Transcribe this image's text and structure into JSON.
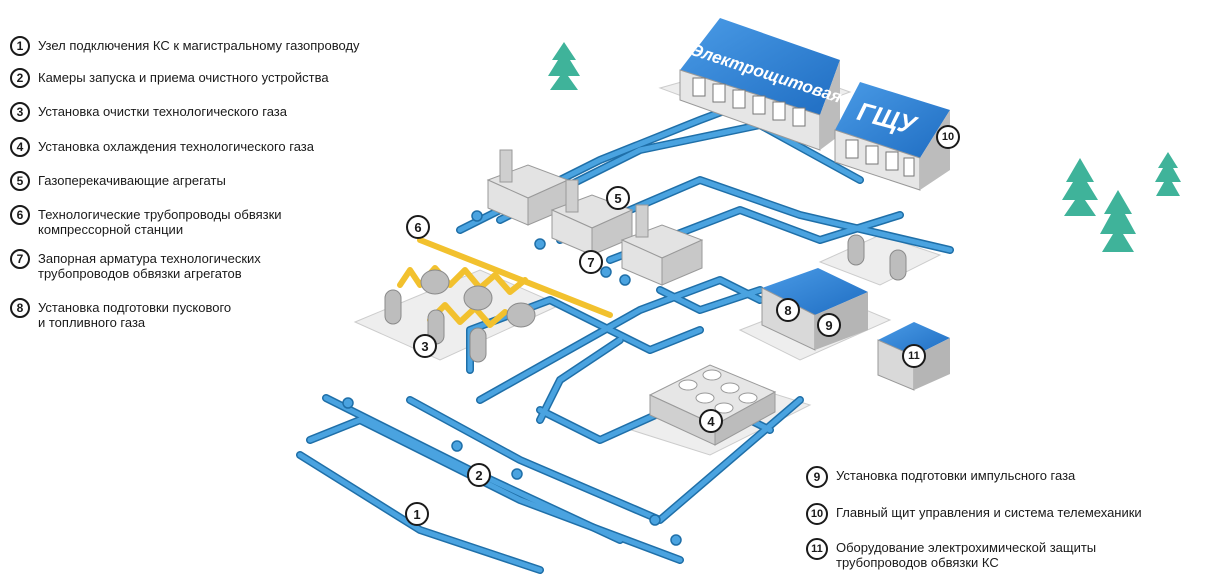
{
  "legend_left": [
    {
      "num": "1",
      "text": "Узел подключения КС к магистральному газопроводу"
    },
    {
      "num": "2",
      "text": "Камеры запуска и приема очистного устройства"
    },
    {
      "num": "3",
      "text": "Установка очистки технологического газа"
    },
    {
      "num": "4",
      "text": "Установка охлаждения технологического газа"
    },
    {
      "num": "5",
      "text": "Газоперекачивающие агрегаты"
    },
    {
      "num": "6",
      "text": "Технологические трубопроводы обвязки\nкомпрессорной станции"
    },
    {
      "num": "7",
      "text": "Запорная арматура технологических\nтрубопроводов обвязки агрегатов"
    },
    {
      "num": "8",
      "text": "Установка подготовки пускового\nи топливного газа"
    }
  ],
  "legend_right": [
    {
      "num": "9",
      "text": "Установка подготовки импульсного газа"
    },
    {
      "num": "10",
      "text": "Главный щит управления и система телемеханики"
    },
    {
      "num": "11",
      "text": "Оборудование электрохимической защиты\nтрубопроводов обвязки КС"
    }
  ],
  "buildings": {
    "electro_label": "Электрощитовая",
    "gshu_label": "ГЩУ"
  },
  "markers": [
    "1",
    "2",
    "3",
    "4",
    "5",
    "6",
    "7",
    "8",
    "9",
    "10",
    "11"
  ],
  "colors": {
    "pipe": "#4aa3e0",
    "pipe_outline": "#1f6fa8",
    "gas_pipe": "#f2c12e",
    "roof": "#2b7fd0",
    "tree": "#3fb39a",
    "wall": "#d9d9d9"
  }
}
